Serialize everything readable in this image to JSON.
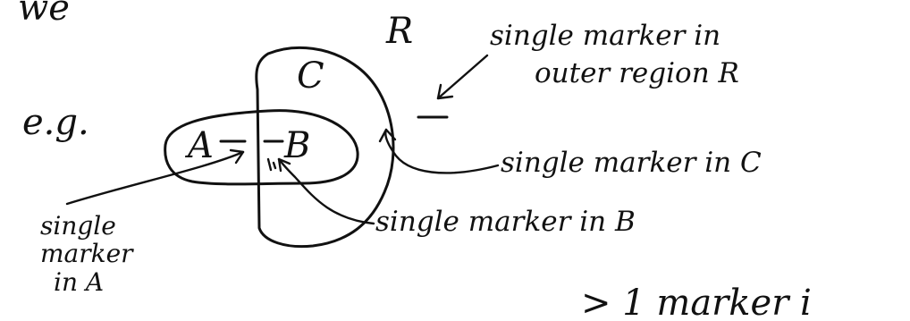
{
  "diagram": {
    "top_fragment": "we",
    "example_label": "e.g.",
    "region_labels": {
      "A": "A",
      "B": "B",
      "C": "C",
      "R": "R"
    },
    "annotations": {
      "outer_region_line1": "single marker in",
      "outer_region_line2": "outer region R",
      "in_c": "single marker in C",
      "in_b": "single marker in B",
      "in_a_line1": "single",
      "in_a_line2": "marker",
      "in_a_line3": "in A"
    },
    "bottom_fragment": "> 1 marker i"
  }
}
